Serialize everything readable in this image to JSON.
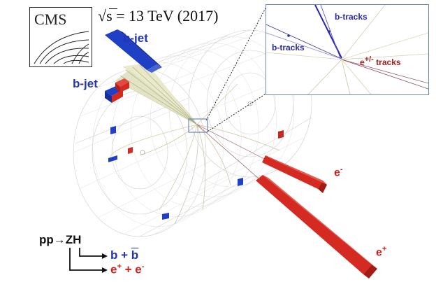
{
  "logo": {
    "text": "CMS"
  },
  "energy": {
    "sqrt_symbol": "√s",
    "text": " = 13 TeV (2017)"
  },
  "jets": {
    "upper_label": "b-jet",
    "left_label": "b-jet"
  },
  "electrons": {
    "minus_label": "e",
    "minus_sup": "-",
    "plus_label": "e",
    "plus_sup": "+"
  },
  "inset": {
    "btracks_top": "b-tracks",
    "btracks_left": "b-tracks",
    "etracks_e": "e",
    "etracks_sup": "+/-",
    "etracks_rest": " tracks"
  },
  "process": {
    "line1": "pp→ZH",
    "decay_b_1": "b + ",
    "decay_b_bar": "b",
    "decay_e_1": "e",
    "decay_e_sup1": "+",
    "decay_e_mid": " + e",
    "decay_e_sup2": "-"
  },
  "colors": {
    "jet_blue": "#1f3fc4",
    "electron_red": "#d42a22",
    "inset_border": "#6a88b8"
  }
}
